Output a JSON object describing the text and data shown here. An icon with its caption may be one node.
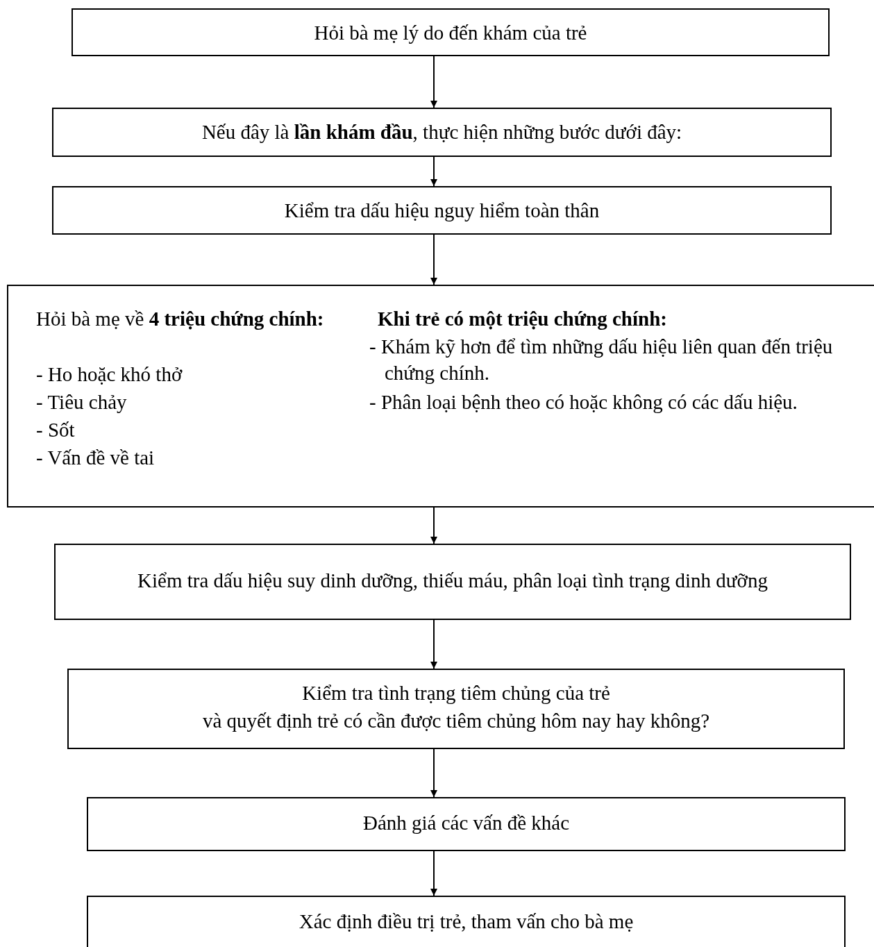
{
  "diagram": {
    "nodes": [
      {
        "text": [
          "Hỏi bà mẹ lý do đến khám của trẻ"
        ]
      },
      {
        "text": [
          "Nếu đây là **lần khám đầu**, thực hiện những bước dưới đây:"
        ]
      },
      {
        "text": [
          "Kiểm tra dấu hiệu nguy hiểm toàn thân"
        ]
      },
      {
        "text": [
          "Hỏi bà mẹ về **4 triệu chứng chính:**",
          "- Ho hoặc khó thở",
          "- Tiêu chảy",
          "- Sốt",
          "- Vấn đề về tai",
          "Khi trẻ có một triệu chứng chính:",
          "- Khám kỹ hơn để tìm những dấu hiệu liên quan đến triệu chứng chính.",
          "- Phân loại bệnh theo có hoặc không có các dấu hiệu."
        ]
      },
      {
        "text": [
          "Kiểm tra dấu hiệu suy dinh dưỡng, thiếu máu, phân loại tình trạng dinh dưỡng"
        ]
      },
      {
        "text": [
          "Kiểm tra tình trạng tiêm chủng của trẻ",
          "và quyết định trẻ có cần được tiêm chủng hôm nay hay không?"
        ]
      },
      {
        "text": [
          "Đánh giá các vấn đề khác"
        ]
      },
      {
        "text": [
          "Xác định điều trị trẻ, tham vấn cho bà mẹ"
        ]
      }
    ],
    "edges": [
      {
        "from": 0,
        "to": 1,
        "arrow": "to"
      },
      {
        "from": 1,
        "to": 2,
        "arrow": "to"
      },
      {
        "from": 2,
        "to": 3,
        "arrow": "to"
      },
      {
        "from": 3,
        "to": 4,
        "arrow": "to"
      },
      {
        "from": 4,
        "to": 5,
        "arrow": "to"
      },
      {
        "from": 5,
        "to": 6,
        "arrow": "to"
      },
      {
        "from": 6,
        "to": 7,
        "arrow": "to"
      }
    ]
  }
}
